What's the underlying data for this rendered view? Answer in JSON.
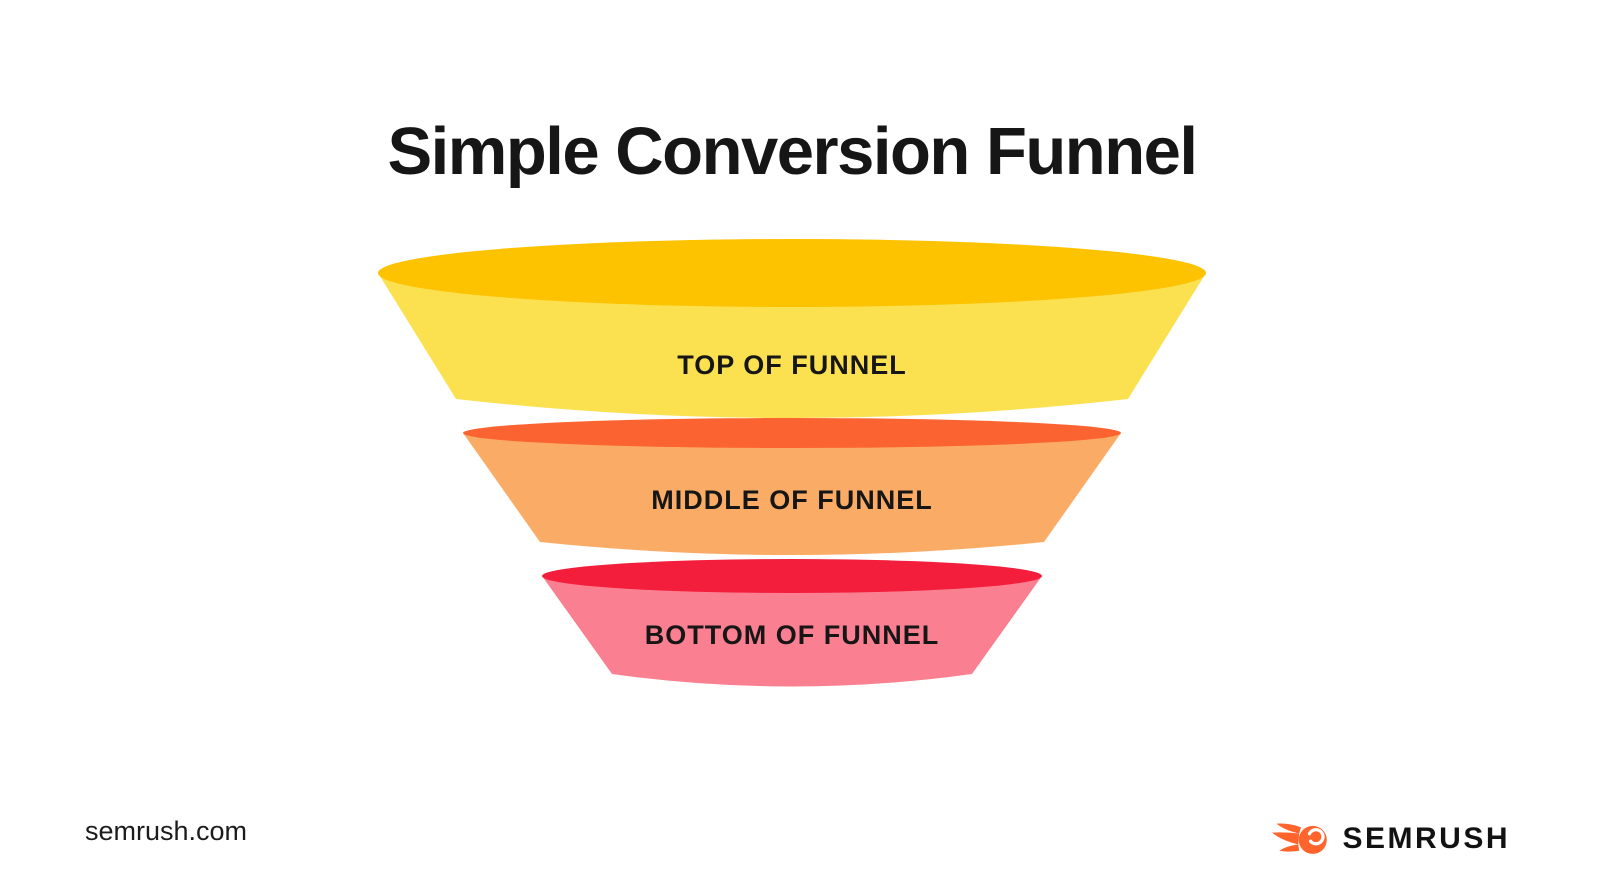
{
  "title": "Simple Conversion Funnel",
  "funnel": {
    "type": "funnel",
    "stages": [
      {
        "label": "TOP OF FUNNEL",
        "body_color": "#FBE14F",
        "rim_color": "#FDC300"
      },
      {
        "label": "MIDDLE OF FUNNEL",
        "body_color": "#FAAC66",
        "rim_color": "#FB6330"
      },
      {
        "label": "BOTTOM OF FUNNEL",
        "body_color": "#FA7F91",
        "rim_color": "#F21E3C"
      }
    ]
  },
  "footer": {
    "site_url": "semrush.com",
    "brand_name": "SEMRUSH",
    "brand_color": "#FF642D",
    "text_color": "#161616"
  }
}
